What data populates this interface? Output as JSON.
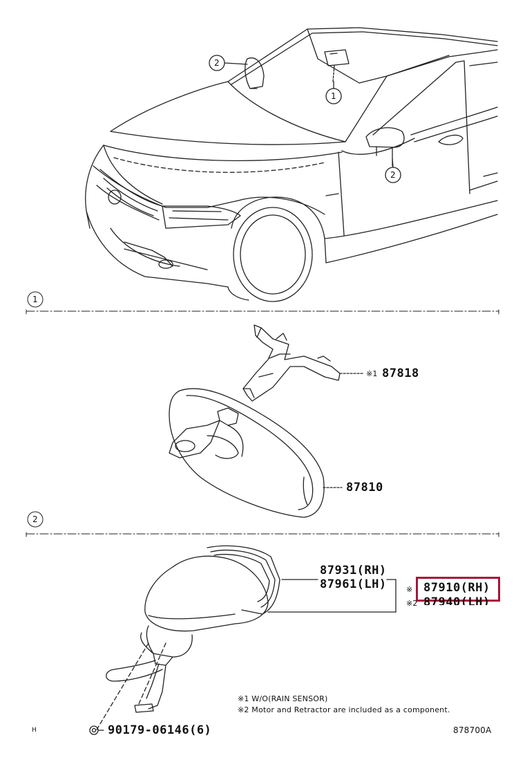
{
  "diagram": {
    "section_markers": [
      "1",
      "2"
    ],
    "callouts": {
      "windshield_mirror": "2",
      "inner_mirror": "1",
      "door_mirror": "2"
    },
    "parts": {
      "p87818": {
        "mark": "※1",
        "number": "87818"
      },
      "p87810": {
        "number": "87810"
      },
      "p87931": {
        "number": "87931(RH)"
      },
      "p87961": {
        "number": "87961(LH)"
      },
      "p87910": {
        "mark": "※",
        "number": "87910(RH)"
      },
      "p87940": {
        "mark": "※2",
        "number": "87940(LH)"
      },
      "p90179": {
        "number": "90179-06146(6)"
      }
    },
    "notes": [
      "※1 W/O(RAIN SENSOR)",
      "※2 Motor and Retractor are included as a component."
    ],
    "corner_mark": "H",
    "figure_code": "878700A",
    "highlight_color": "#a6163a"
  }
}
